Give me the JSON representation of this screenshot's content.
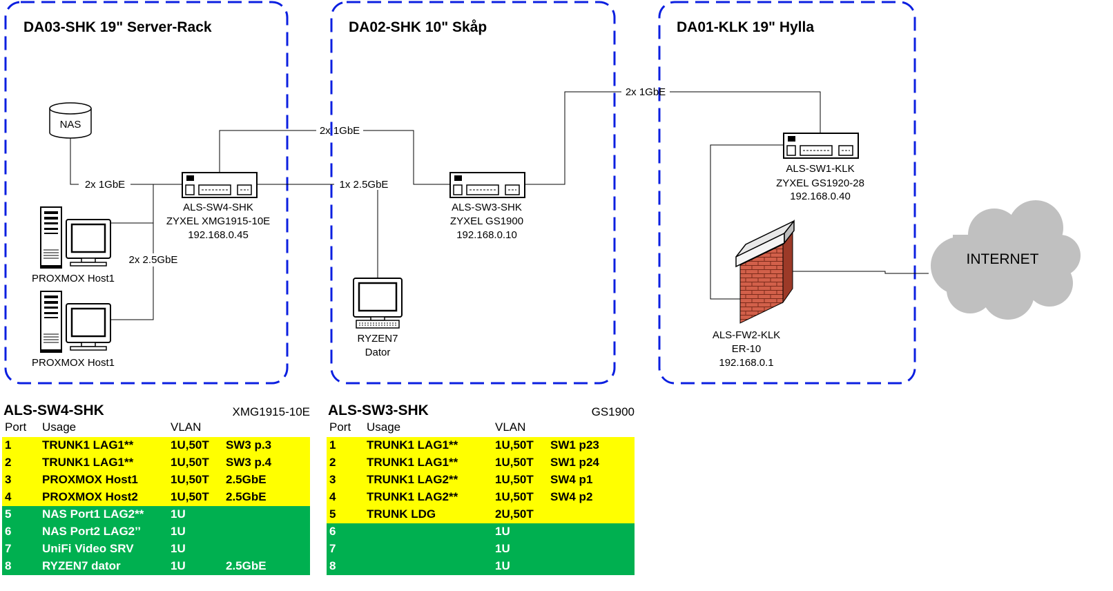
{
  "zones": [
    {
      "title": "DA03-SHK 19\" Server-Rack"
    },
    {
      "title": "DA02-SHK 10\" Skåp"
    },
    {
      "title": "DA01-KLK 19\" Hylla"
    }
  ],
  "devices": {
    "nas": {
      "label": "NAS"
    },
    "sw4": {
      "name": "ALS-SW4-SHK",
      "model": "ZYXEL XMG1915-10E",
      "ip": "192.168.0.45"
    },
    "sw3": {
      "name": "ALS-SW3-SHK",
      "model": "ZYXEL GS1900",
      "ip": "192.168.0.10"
    },
    "sw1": {
      "name": "ALS-SW1-KLK",
      "model": "ZYXEL GS1920-28",
      "ip": "192.168.0.40"
    },
    "fw2": {
      "name": "ALS-FW2-KLK",
      "model": "ER-10",
      "ip": "192.168.0.1"
    },
    "host_a": {
      "label": "PROXMOX Host1"
    },
    "host_b": {
      "label": "PROXMOX Host1"
    },
    "ryzen": {
      "label1": "RYZEN7",
      "label2": "Dator"
    },
    "internet": {
      "label": "INTERNET"
    }
  },
  "links": {
    "nas_sw4": "2x 1GbE",
    "sw4_sw3": "2x 1GbE",
    "sw3_sw1": "2x 1GbE",
    "sw4_ryzen": "1x 2.5GbE",
    "sw4_hosts": "2x 2.5GbE"
  },
  "colors": {
    "zone_border": "#0b1fe0",
    "trunk_row": "#ffff00",
    "access_row": "#00b050",
    "brick": "#d2604a",
    "firewall_cap": "#e8e8e8",
    "cloud": "#c0c0c0"
  },
  "tables": [
    {
      "name": "ALS-SW4-SHK",
      "model": "XMG1915-10E",
      "headers": {
        "port": "Port",
        "usage": "Usage",
        "vlan": "VLAN"
      },
      "rows": [
        {
          "port": "1",
          "usage": "TRUNK1 LAG1**",
          "vlan": "1U,50T",
          "note": "SW3 p.3",
          "type": "trunk"
        },
        {
          "port": "2",
          "usage": "TRUNK1 LAG1**",
          "vlan": "1U,50T",
          "note": "SW3 p.4",
          "type": "trunk"
        },
        {
          "port": "3",
          "usage": "PROXMOX Host1",
          "vlan": "1U,50T",
          "note": "2.5GbE",
          "type": "trunk"
        },
        {
          "port": "4",
          "usage": "PROXMOX Host2",
          "vlan": "1U,50T",
          "note": "2.5GbE",
          "type": "trunk"
        },
        {
          "port": "5",
          "usage": "NAS Port1 LAG2**",
          "vlan": "1U",
          "note": "",
          "type": "access"
        },
        {
          "port": "6",
          "usage": "NAS Port2 LAG2’’",
          "vlan": "1U",
          "note": "",
          "type": "access"
        },
        {
          "port": "7",
          "usage": "UniFi Video SRV",
          "vlan": "1U",
          "note": "",
          "type": "access"
        },
        {
          "port": "8",
          "usage": "RYZEN7 dator",
          "vlan": "1U",
          "note": "2.5GbE",
          "type": "access"
        }
      ]
    },
    {
      "name": "ALS-SW3-SHK",
      "model": "GS1900",
      "headers": {
        "port": "Port",
        "usage": "Usage",
        "vlan": "VLAN"
      },
      "rows": [
        {
          "port": "1",
          "usage": "TRUNK1 LAG1**",
          "vlan": "1U,50T",
          "note": "SW1 p23",
          "type": "trunk"
        },
        {
          "port": "2",
          "usage": "TRUNK1 LAG1**",
          "vlan": "1U,50T",
          "note": "SW1 p24",
          "type": "trunk"
        },
        {
          "port": "3",
          "usage": "TRUNK1 LAG2**",
          "vlan": "1U,50T",
          "note": "SW4 p1",
          "type": "trunk"
        },
        {
          "port": "4",
          "usage": "TRUNK1 LAG2**",
          "vlan": "1U,50T",
          "note": "SW4 p2",
          "type": "trunk"
        },
        {
          "port": "5",
          "usage": "TRUNK LDG",
          "vlan": "2U,50T",
          "note": "",
          "type": "trunk"
        },
        {
          "port": "6",
          "usage": "",
          "vlan": "1U",
          "note": "",
          "type": "access"
        },
        {
          "port": "7",
          "usage": "",
          "vlan": "1U",
          "note": "",
          "type": "access"
        },
        {
          "port": "8",
          "usage": "",
          "vlan": "1U",
          "note": "",
          "type": "access"
        }
      ]
    }
  ]
}
